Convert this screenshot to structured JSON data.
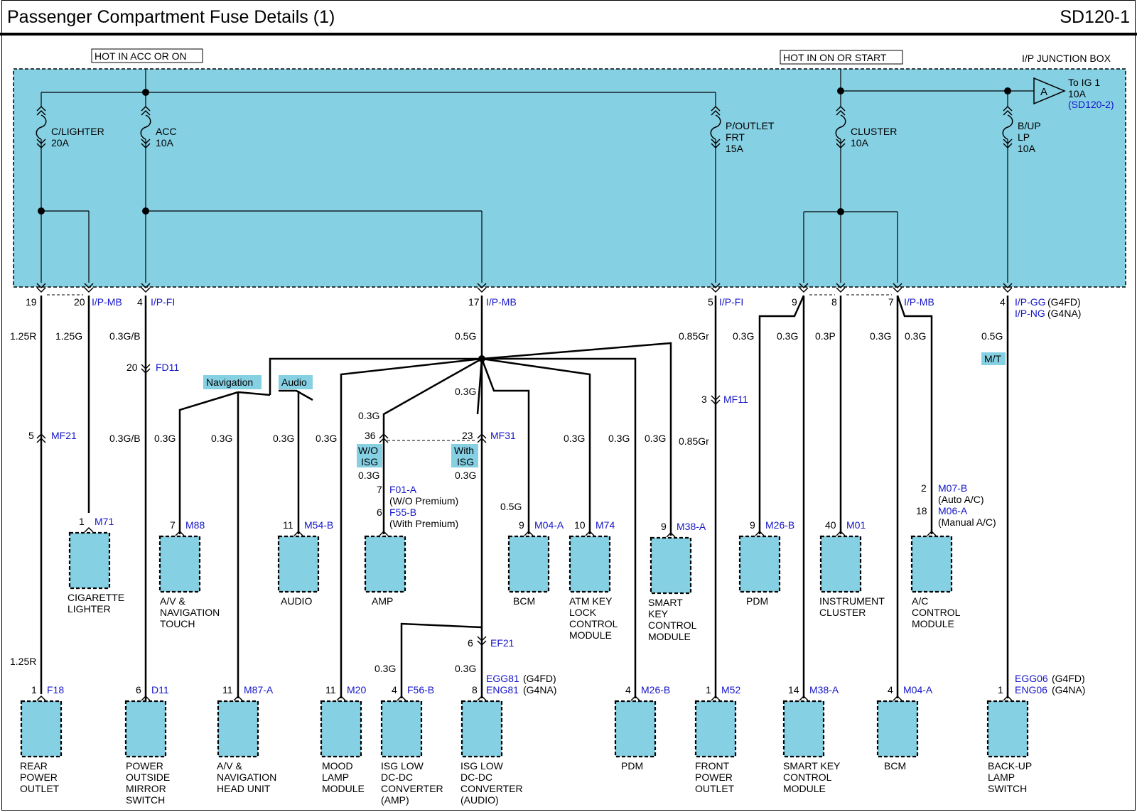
{
  "header": {
    "title": "Passenger Compartment Fuse Details (1)",
    "code": "SD120-1"
  },
  "junction_box": {
    "name": "I/P JUNCTION BOX",
    "hot_acc": "HOT IN ACC OR ON",
    "hot_start": "HOT IN ON OR START",
    "to_ig": {
      "symbol": "A",
      "line1": "To IG 1",
      "line2": "10A",
      "ref": "(SD120-2)"
    }
  },
  "fuses": [
    {
      "line1": "C/LIGHTER",
      "line2": "20A",
      "line3": ""
    },
    {
      "line1": "ACC",
      "line2": "10A",
      "line3": ""
    },
    {
      "line1": "P/OUTLET",
      "line2": "FRT",
      "line3": "15A"
    },
    {
      "line1": "CLUSTER",
      "line2": "10A",
      "line3": ""
    },
    {
      "line1": "B/UP",
      "line2": "LP",
      "line3": "10A"
    }
  ],
  "pins": [
    {
      "pin": "19",
      "conn": ""
    },
    {
      "pin": "20",
      "conn": "I/P-MB"
    },
    {
      "pin": "4",
      "conn": "I/P-FI"
    },
    {
      "pin": "17",
      "conn": "I/P-MB"
    },
    {
      "pin": "5",
      "conn": "I/P-FI"
    },
    {
      "pin": "9",
      "conn": ""
    },
    {
      "pin": "8",
      "conn": ""
    },
    {
      "pin": "7",
      "conn": "I/P-MB"
    },
    {
      "pin": "4",
      "conn": "I/P-GG"
    }
  ],
  "pin_extra": {
    "gg_suffix": "(G4FD)",
    "ng_conn": "I/P-NG",
    "ng_suffix": "(G4NA)"
  },
  "wires": [
    "1.25R",
    "1.25G",
    "0.3G/B",
    "0.5G",
    "0.85Gr",
    "0.3G",
    "0.3G",
    "0.3P",
    "0.3G",
    "0.3G",
    "0.5G",
    "0.3G",
    "0.3G/B",
    "0.3G",
    "0.3G",
    "0.3G",
    "0.3G",
    "0.3G",
    "0.3G",
    "0.3G",
    "0.3G",
    "0.85Gr",
    "0.3G",
    "0.3G",
    "0.5G",
    "1.25R",
    "0.3G",
    "0.3G"
  ],
  "tags": {
    "mt": "M/T",
    "navigation": "Navigation",
    "audio": "Audio",
    "wo_isg_1": "W/O",
    "wo_isg_2": "ISG",
    "with_isg_1": "With",
    "with_isg_2": "ISG"
  },
  "inline": [
    {
      "pin": "20",
      "conn": "FD11"
    },
    {
      "pin": "5",
      "conn": "MF21"
    },
    {
      "pin": "3",
      "conn": "MF11"
    },
    {
      "pin": "36",
      "conn": ""
    },
    {
      "pin": "23",
      "conn": "MF31"
    },
    {
      "pin": "6",
      "conn": "EF21"
    }
  ],
  "amp_conn": {
    "pin1": "7",
    "conn1": "F01-A",
    "note1": "(W/O Premium)",
    "pin2": "6",
    "conn2": "F55-B",
    "note2": "(With Premium)"
  },
  "ac_conn": {
    "pin1": "2",
    "conn1": "M07-B",
    "note1": "(Auto A/C)",
    "pin2": "18",
    "conn2": "M06-A",
    "note2": "(Manual A/C)"
  },
  "isg_audio_conn": {
    "conn1": "EGG81",
    "suffix1": "(G4FD)",
    "conn2": "ENG81",
    "suffix2": "(G4NA)"
  },
  "backup_conn": {
    "conn1": "EGG06",
    "suffix1": "(G4FD)",
    "conn2": "ENG06",
    "suffix2": "(G4NA)"
  },
  "components": [
    {
      "pin": "1",
      "conn": "M71",
      "l1": "CIGARETTE",
      "l2": "LIGHTER",
      "l3": "",
      "l4": ""
    },
    {
      "pin": "7",
      "conn": "M88",
      "l1": "A/V &",
      "l2": "NAVIGATION",
      "l3": "TOUCH",
      "l4": ""
    },
    {
      "pin": "11",
      "conn": "M54-B",
      "l1": "AUDIO",
      "l2": "",
      "l3": "",
      "l4": ""
    },
    {
      "pin": "",
      "conn": "",
      "l1": "AMP",
      "l2": "",
      "l3": "",
      "l4": ""
    },
    {
      "pin": "9",
      "conn": "M04-A",
      "l1": "BCM",
      "l2": "",
      "l3": "",
      "l4": ""
    },
    {
      "pin": "10",
      "conn": "M74",
      "l1": "ATM KEY",
      "l2": "LOCK",
      "l3": "CONTROL",
      "l4": "MODULE"
    },
    {
      "pin": "9",
      "conn": "M38-A",
      "l1": "SMART",
      "l2": "KEY",
      "l3": "CONTROL",
      "l4": "MODULE"
    },
    {
      "pin": "9",
      "conn": "M26-B",
      "l1": "PDM",
      "l2": "",
      "l3": "",
      "l4": ""
    },
    {
      "pin": "40",
      "conn": "M01",
      "l1": "INSTRUMENT",
      "l2": "CLUSTER",
      "l3": "",
      "l4": ""
    },
    {
      "pin": "",
      "conn": "",
      "l1": "A/C",
      "l2": "CONTROL",
      "l3": "MODULE",
      "l4": ""
    },
    {
      "pin": "1",
      "conn": "F18",
      "l1": "REAR",
      "l2": "POWER",
      "l3": "OUTLET",
      "l4": ""
    },
    {
      "pin": "6",
      "conn": "D11",
      "l1": "POWER",
      "l2": "OUTSIDE",
      "l3": "MIRROR",
      "l4": "SWITCH"
    },
    {
      "pin": "11",
      "conn": "M87-A",
      "l1": "A/V &",
      "l2": "NAVIGATION",
      "l3": "HEAD UNIT",
      "l4": ""
    },
    {
      "pin": "11",
      "conn": "M20",
      "l1": "MOOD",
      "l2": "LAMP",
      "l3": "MODULE",
      "l4": ""
    },
    {
      "pin": "4",
      "conn": "F56-B",
      "l1": "ISG LOW",
      "l2": "DC-DC",
      "l3": "CONVERTER",
      "l4": "(AMP)"
    },
    {
      "pin": "8",
      "conn": "",
      "l1": "ISG LOW",
      "l2": "DC-DC",
      "l3": "CONVERTER",
      "l4": "(AUDIO)"
    },
    {
      "pin": "4",
      "conn": "M26-B",
      "l1": "PDM",
      "l2": "",
      "l3": "",
      "l4": ""
    },
    {
      "pin": "1",
      "conn": "M52",
      "l1": "FRONT",
      "l2": "POWER",
      "l3": "OUTLET",
      "l4": ""
    },
    {
      "pin": "14",
      "conn": "M38-A",
      "l1": "SMART KEY",
      "l2": "CONTROL",
      "l3": "MODULE",
      "l4": ""
    },
    {
      "pin": "4",
      "conn": "M04-A",
      "l1": "BCM",
      "l2": "",
      "l3": "",
      "l4": ""
    },
    {
      "pin": "1",
      "conn": "",
      "l1": "BACK-UP",
      "l2": "LAMP",
      "l3": "SWITCH",
      "l4": ""
    }
  ],
  "colors": {
    "box_fill": "#86d0e3",
    "wire": "#000000",
    "connector_text": "#1515c8"
  }
}
